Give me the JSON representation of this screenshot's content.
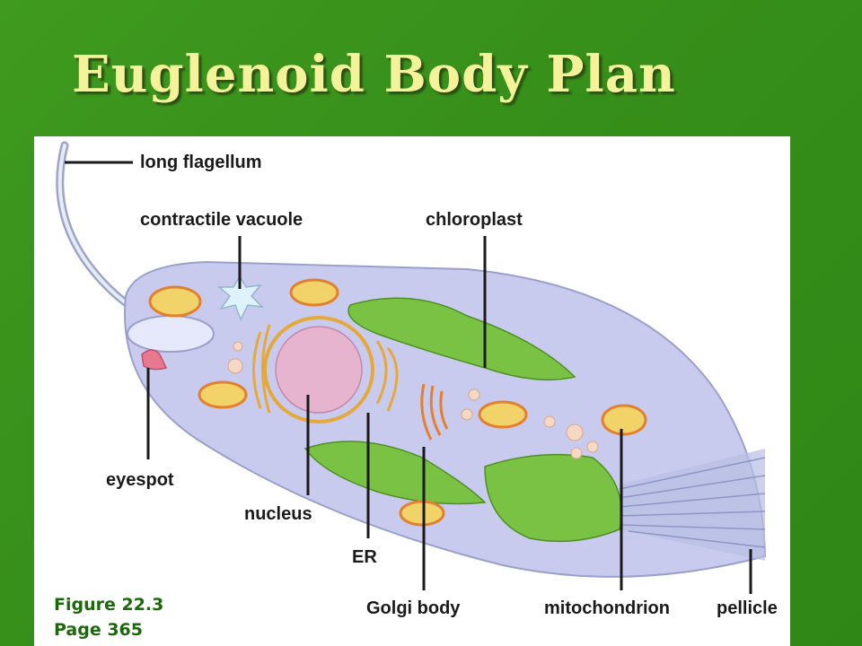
{
  "slide": {
    "title": "Euglenoid Body Plan",
    "background_color": "#3a961c",
    "title_color": "#f4f29a"
  },
  "labels": {
    "long_flagellum": "long flagellum",
    "contractile_vacuole": "contractile vacuole",
    "chloroplast": "chloroplast",
    "eyespot": "eyespot",
    "nucleus": "nucleus",
    "er": "ER",
    "golgi_body": "Golgi body",
    "mitochondrion": "mitochondrion",
    "pellicle": "pellicle"
  },
  "caption": {
    "figure": "Figure 22.3",
    "page": "Page 365"
  },
  "colors": {
    "cell_body": "#c9cbee",
    "chloroplast": "#7ac244",
    "mitochondria": "#e3802e",
    "nucleus": "#e6b4cf",
    "eyespot": "#e8788f",
    "contractile_vacuole": "#dff2fb"
  }
}
